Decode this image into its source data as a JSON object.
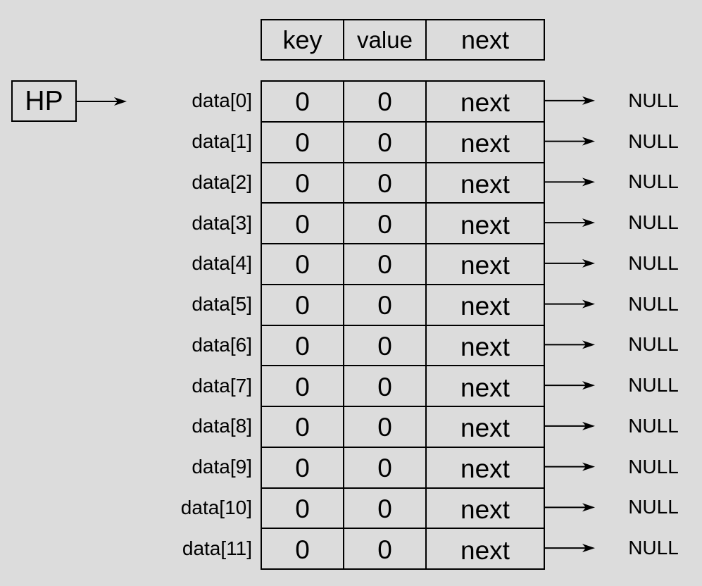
{
  "hp": {
    "label": "HP"
  },
  "header": {
    "key": "key",
    "value": "value",
    "next": "next"
  },
  "rows": [
    {
      "label": "data[0]",
      "key": "0",
      "value": "0",
      "next": "next",
      "target": "NULL"
    },
    {
      "label": "data[1]",
      "key": "0",
      "value": "0",
      "next": "next",
      "target": "NULL"
    },
    {
      "label": "data[2]",
      "key": "0",
      "value": "0",
      "next": "next",
      "target": "NULL"
    },
    {
      "label": "data[3]",
      "key": "0",
      "value": "0",
      "next": "next",
      "target": "NULL"
    },
    {
      "label": "data[4]",
      "key": "0",
      "value": "0",
      "next": "next",
      "target": "NULL"
    },
    {
      "label": "data[5]",
      "key": "0",
      "value": "0",
      "next": "next",
      "target": "NULL"
    },
    {
      "label": "data[6]",
      "key": "0",
      "value": "0",
      "next": "next",
      "target": "NULL"
    },
    {
      "label": "data[7]",
      "key": "0",
      "value": "0",
      "next": "next",
      "target": "NULL"
    },
    {
      "label": "data[8]",
      "key": "0",
      "value": "0",
      "next": "next",
      "target": "NULL"
    },
    {
      "label": "data[9]",
      "key": "0",
      "value": "0",
      "next": "next",
      "target": "NULL"
    },
    {
      "label": "data[10]",
      "key": "0",
      "value": "0",
      "next": "next",
      "target": "NULL"
    },
    {
      "label": "data[11]",
      "key": "0",
      "value": "0",
      "next": "next",
      "target": "NULL"
    }
  ],
  "colors": {
    "background": "#dcdcdc",
    "stroke": "#000000"
  }
}
